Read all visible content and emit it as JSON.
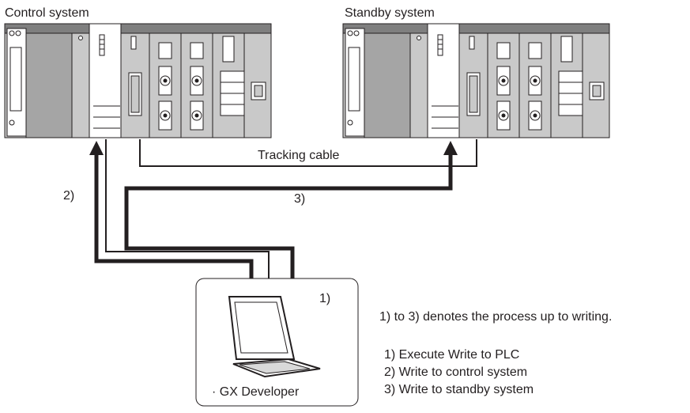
{
  "labels": {
    "control_system": "Control system",
    "standby_system": "Standby system",
    "tracking_cable": "Tracking cable",
    "step2_marker": "2)",
    "step3_marker": "3)",
    "step1_marker": "1)",
    "pc_label": "· GX Developer"
  },
  "legend": {
    "heading": "1) to 3) denotes the process up to  writing.",
    "items": [
      "1)  Execute Write to PLC",
      "2)  Write to control system",
      "3)  Write to standby system"
    ]
  },
  "colors": {
    "line": "#231f20",
    "module_light": "#c9c9c9",
    "module_mid": "#a5a5a5",
    "module_top": "#7f7f7f"
  }
}
